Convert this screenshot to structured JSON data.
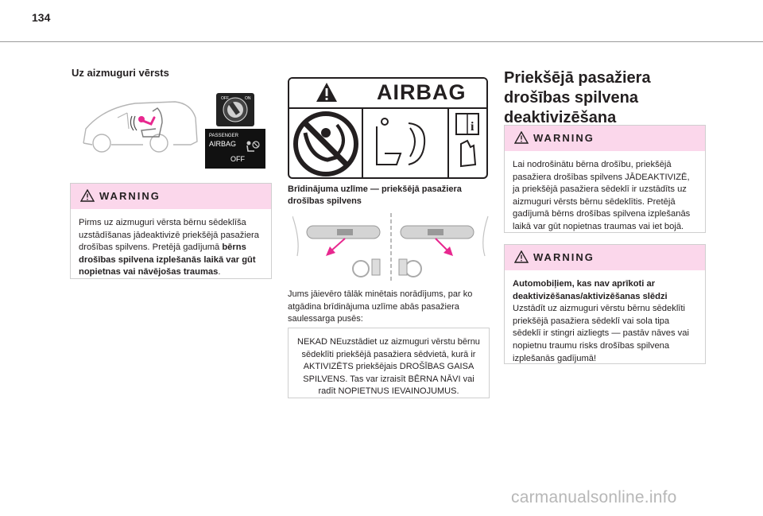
{
  "page_number": "134",
  "left": {
    "heading": "Uz aizmuguri vērsts",
    "switch_label": {
      "line1": "PASSENGER",
      "line2": "AIRBAG",
      "line3": "OFF"
    },
    "warning": {
      "title": "WARNING",
      "text_normal": "Pirms uz aizmuguri vērsta bērnu sēdeklīša uzstādīšanas jādeaktivizē priekšējā pasažiera drošības spilvens. Pretējā gadījumā ",
      "text_bold": "bērns drošības spilvena izplešanās laikā var gūt nopietnas vai nāvējošas traumas",
      "text_end": "."
    }
  },
  "middle": {
    "airbag_label": "AIRBAG",
    "caption": "Brīdinājuma uzlīme — priekšējā pasažiera drošības spilvens",
    "paragraph": "Jums jāievēro tālāk minētais norādījums, par ko atgādina brīdinājuma uzlīme abās pasažiera saulessarga pusēs:",
    "notice": "NEKAD NEuzstādiet uz aizmuguri vērstu bērnu sēdeklīti priekšējā pasažiera sēdvietā, kurā ir AKTIVIZĒTS priekšējais DROŠĪBAS GAISA SPILVENS. Tas var izraisīt BĒRNA NĀVI vai radīt NOPIETNUS IEVAINOJUMUS."
  },
  "right": {
    "heading": "Priekšējā pasažiera drošības spilvena deaktivizēšana",
    "warning1": {
      "title": "WARNING",
      "text": "Lai nodrošinātu bērna drošību, priekšējā pasažiera drošības spilvens JĀDEAKTIVIZĒ, ja priekšējā pasažiera sēdeklī ir uzstādīts uz aizmuguri vērsts bērnu sēdeklītis. Pretējā gadījumā bērns drošības spilvena izplešanās laikā var gūt nopietnas traumas vai iet bojā."
    },
    "warning2": {
      "title": "WARNING",
      "bold_text": "Automobiļiem, kas nav aprīkoti ar deaktivizēšanas/aktivizēšanas slēdzi",
      "text": "Uzstādīt uz aizmuguri vērstu bērnu sēdeklīti priekšējā pasažiera sēdeklī vai sola tipa sēdeklī ir stingri aizliegts — pastāv nāves vai nopietnu traumu risks drošības spilvena izplešanās gadījumā!"
    }
  },
  "watermark": "carmanualsonline.info",
  "colors": {
    "warning_header": "#fbd7eb",
    "accent_pink": "#e8288f",
    "rule": "#9a9a9a"
  }
}
